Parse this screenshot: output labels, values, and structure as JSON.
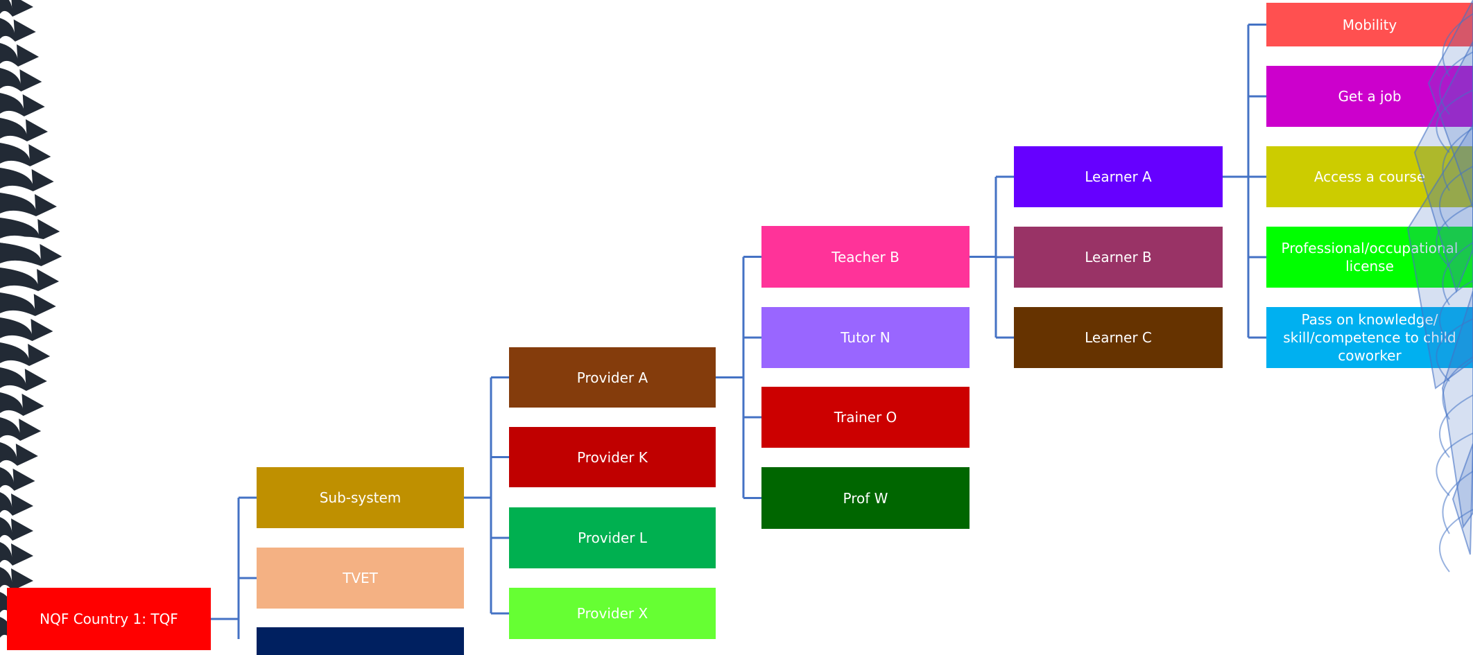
{
  "diagram": {
    "nodes": [
      {
        "id": "nqf",
        "text": "NQF Country 1: TQF",
        "color": "#ff0000"
      },
      {
        "id": "subsystem",
        "text": "Sub-system",
        "color": "#bf9000"
      },
      {
        "id": "tvet",
        "text": "TVET",
        "color": "#f4b183"
      },
      {
        "id": "navy",
        "text": "",
        "color": "#002060"
      },
      {
        "id": "provider_a",
        "text": "Provider A",
        "color": "#843c0c"
      },
      {
        "id": "provider_k",
        "text": "Provider K",
        "color": "#c00000"
      },
      {
        "id": "provider_l",
        "text": "Provider L",
        "color": "#00b050"
      },
      {
        "id": "provider_x",
        "text": "Provider X",
        "color": "#66ff33"
      },
      {
        "id": "teacher_b",
        "text": "Teacher B",
        "color": "#ff3399"
      },
      {
        "id": "tutor_n",
        "text": "Tutor N",
        "color": "#9966ff"
      },
      {
        "id": "trainer_o",
        "text": "Trainer O",
        "color": "#cc0000"
      },
      {
        "id": "prof_w",
        "text": "Prof W",
        "color": "#006600"
      },
      {
        "id": "learner_a",
        "text": "Learner A",
        "color": "#6600ff"
      },
      {
        "id": "learner_b",
        "text": "Learner B",
        "color": "#993366"
      },
      {
        "id": "learner_c",
        "text": "Learner C",
        "color": "#663300"
      },
      {
        "id": "mobility",
        "text": "Mobility",
        "color": "#ff5050"
      },
      {
        "id": "get_job",
        "text": "Get a job",
        "color": "#cc00cc"
      },
      {
        "id": "access_course",
        "text": "Access a course",
        "color": "#cccc00"
      },
      {
        "id": "license",
        "text": "Professional/occupational license",
        "color": "#00ff00"
      },
      {
        "id": "pass_on",
        "text": "Pass on knowledge/ skill/competence to child coworker",
        "color": "#00b0f0"
      }
    ],
    "edges": [
      [
        "nqf",
        "subsystem"
      ],
      [
        "nqf",
        "tvet"
      ],
      [
        "nqf",
        "navy"
      ],
      [
        "subsystem",
        "provider_a"
      ],
      [
        "subsystem",
        "provider_k"
      ],
      [
        "subsystem",
        "provider_l"
      ],
      [
        "subsystem",
        "provider_x"
      ],
      [
        "provider_a",
        "teacher_b"
      ],
      [
        "provider_a",
        "tutor_n"
      ],
      [
        "provider_a",
        "trainer_o"
      ],
      [
        "provider_a",
        "prof_w"
      ],
      [
        "teacher_b",
        "learner_a"
      ],
      [
        "teacher_b",
        "learner_b"
      ],
      [
        "teacher_b",
        "learner_c"
      ],
      [
        "learner_a",
        "mobility"
      ],
      [
        "learner_a",
        "get_job"
      ],
      [
        "learner_a",
        "access_course"
      ],
      [
        "learner_a",
        "license"
      ],
      [
        "learner_a",
        "pass_on"
      ]
    ],
    "connector_color": "#4472c4",
    "decor_left_color": "#222a35",
    "decor_right_color": "#4472c4"
  }
}
